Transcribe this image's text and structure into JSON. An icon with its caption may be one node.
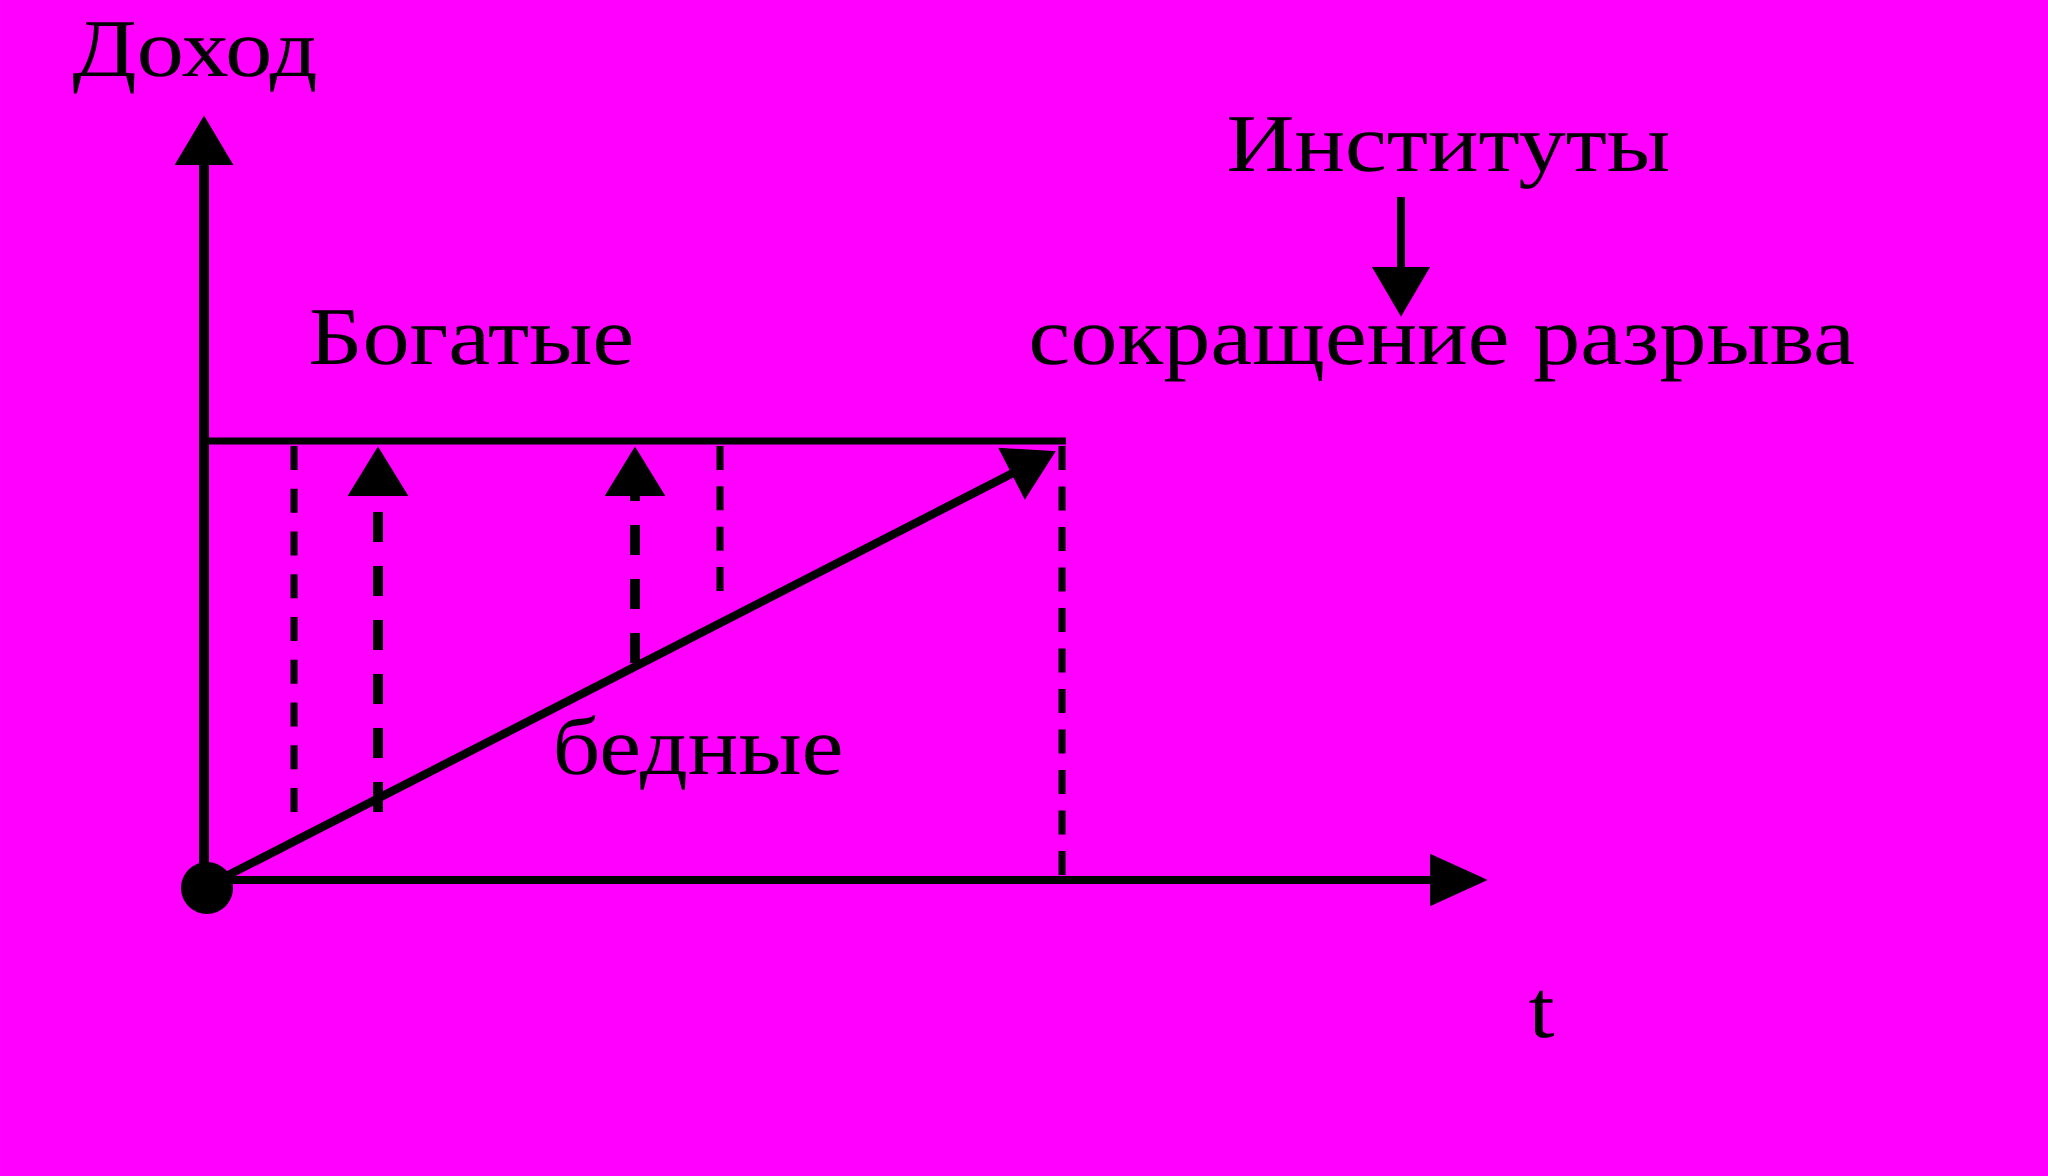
{
  "diagram": {
    "nodes": [
      {
        "text": [
          "Институты"
        ]
      },
      {
        "text": [
          "сокращение разрыва"
        ]
      }
    ],
    "edges": [
      {
        "from": 0,
        "to": 1,
        "arrow": "to"
      }
    ],
    "labels": [
      "Доход",
      "Богатые",
      "бедные",
      "t"
    ]
  }
}
